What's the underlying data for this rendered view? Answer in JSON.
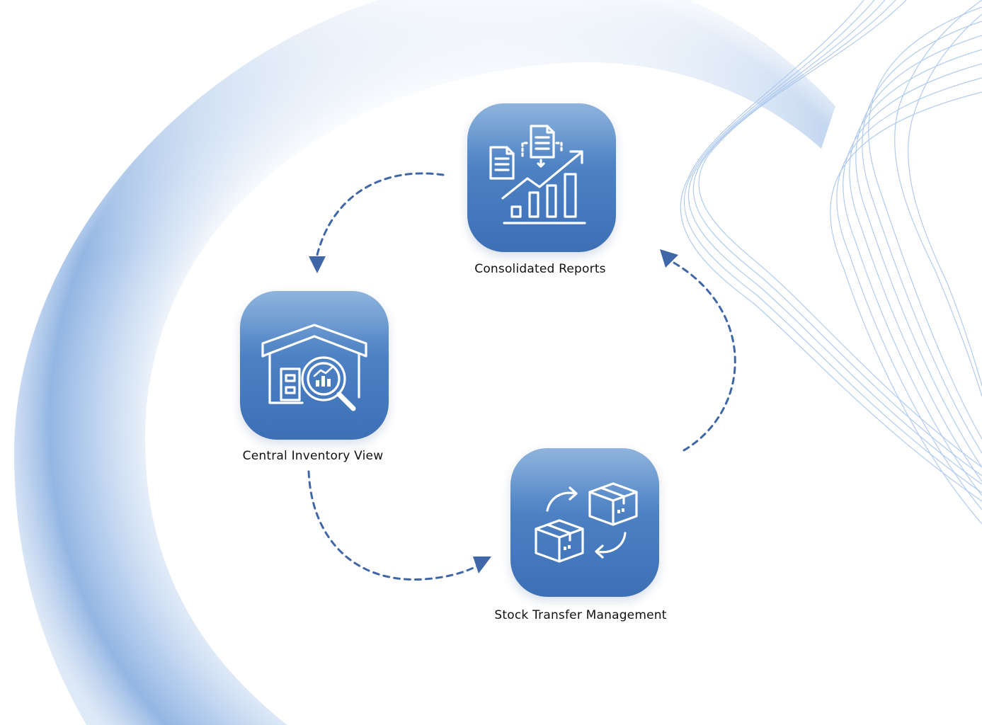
{
  "diagram": {
    "nodes": [
      {
        "id": "consolidated-reports",
        "label": "Consolidated Reports",
        "icon": "report-chart-icon"
      },
      {
        "id": "central-inventory-view",
        "label": "Central Inventory View",
        "icon": "warehouse-search-icon"
      },
      {
        "id": "stock-transfer-management",
        "label": "Stock Transfer Management",
        "icon": "box-transfer-icon"
      }
    ],
    "edges": [
      {
        "from": "consolidated-reports",
        "to": "central-inventory-view"
      },
      {
        "from": "central-inventory-view",
        "to": "stock-transfer-management"
      },
      {
        "from": "stock-transfer-management",
        "to": "consolidated-reports"
      }
    ],
    "colors": {
      "tile": "#4f84c6",
      "arrow": "#3f67a8",
      "ring": "#7ea7dc"
    }
  }
}
